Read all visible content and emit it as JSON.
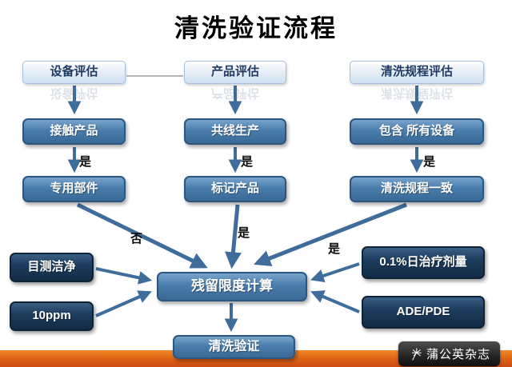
{
  "title": "清洗验证流程",
  "flow": {
    "columns": [
      {
        "top": "设备评估",
        "mid": "接触产品",
        "yes_label": "是",
        "bottom": "专用部件",
        "branch_label": "否"
      },
      {
        "top": "产品评估",
        "mid": "共线生产",
        "yes_label": "是",
        "bottom": "标记产品",
        "branch_label": "是"
      },
      {
        "top": "清洗规程评估",
        "mid": "包含 所有设备",
        "yes_label": "是",
        "bottom": "清洗规程一致",
        "branch_label": "是"
      }
    ],
    "left_inputs": [
      "目测洁净",
      "10ppm"
    ],
    "right_inputs": [
      "0.1%日治疗剂量",
      "ADE/PDE"
    ],
    "center": "残留限度计算",
    "final": "清洗验证"
  },
  "footer": {
    "brand": "蒲公英杂志"
  },
  "colors": {
    "light_box_fill": "#dce6f2",
    "light_box_border": "#a3bfdd",
    "blue_box": "#41719c",
    "dark_box": "#1a3a55",
    "arrow": "#3e6d9c",
    "footer_bar": "#e06b17"
  }
}
